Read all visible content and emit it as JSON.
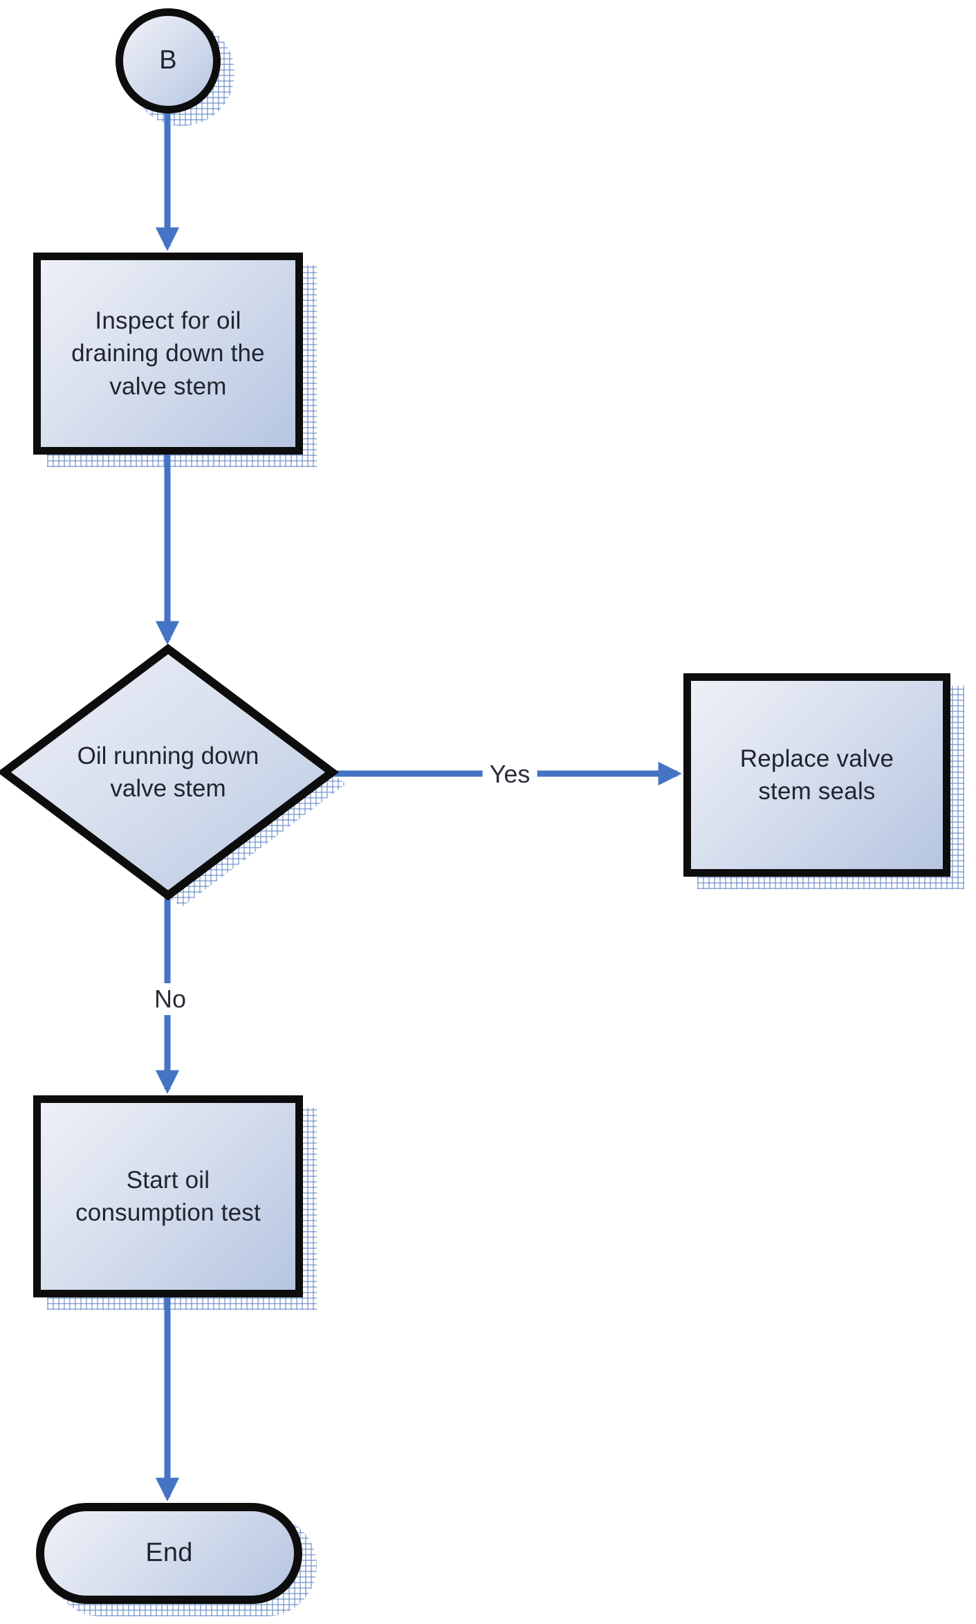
{
  "diagram_type": "flowchart",
  "colors": {
    "background": "#ffffff",
    "arrow": "#4574c4",
    "shape_border": "#0d0d0d",
    "shape_fill_light": "#eef0f6",
    "shape_fill_dark": "#b6c5e1",
    "shadow_hatch": "#6085c4",
    "text": "#20242e"
  },
  "nodes": {
    "connector": {
      "type": "connector",
      "label": "B"
    },
    "inspect": {
      "type": "process",
      "label": "Inspect for oil draining down the valve stem"
    },
    "decision": {
      "type": "decision",
      "label": "Oil running down valve stem"
    },
    "replace": {
      "type": "process",
      "label": "Replace valve stem seals"
    },
    "start_test": {
      "type": "process",
      "label": "Start oil consumption test"
    },
    "end": {
      "type": "terminator",
      "label": "End"
    }
  },
  "edges": [
    {
      "from": "connector",
      "to": "inspect",
      "label": ""
    },
    {
      "from": "inspect",
      "to": "decision",
      "label": ""
    },
    {
      "from": "decision",
      "to": "replace",
      "label": "Yes"
    },
    {
      "from": "decision",
      "to": "start_test",
      "label": "No"
    },
    {
      "from": "start_test",
      "to": "end",
      "label": ""
    }
  ]
}
